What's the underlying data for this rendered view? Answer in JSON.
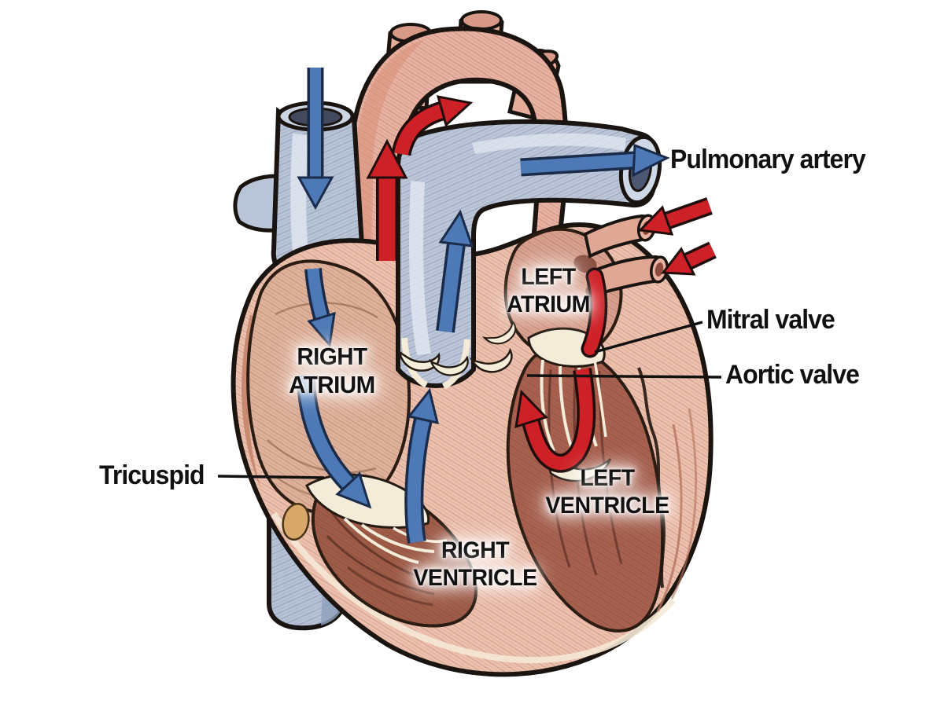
{
  "labels": {
    "pulmonary_artery": "Pulmonary artery",
    "mitral_valve": "Mitral valve",
    "aortic_valve": "Aortic valve",
    "tricuspid": "Tricuspid",
    "right_atrium": {
      "line1": "RIGHT",
      "line2": "ATRIUM"
    },
    "left_atrium": {
      "line1": "LEFT",
      "line2": "ATRIUM"
    },
    "right_ventricle": {
      "line1": "RIGHT",
      "line2": "VENTRICLE"
    },
    "left_ventricle": {
      "line1": "LEFT",
      "line2": "VENTRICLE"
    }
  },
  "colors": {
    "deoxygenated_arrow": "#4d79b6",
    "oxygenated_arrow": "#ce2127",
    "label_text": "#111111"
  }
}
